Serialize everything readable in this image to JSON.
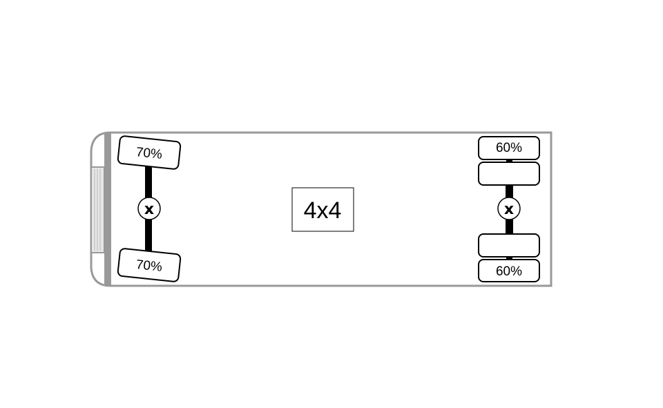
{
  "vehicle": {
    "drive_type": "4x4",
    "front_axle": {
      "differential_mark": "x",
      "tires": [
        {
          "position": "front-left",
          "tread": "70%"
        },
        {
          "position": "front-right",
          "tread": "70%"
        }
      ]
    },
    "rear_axle": {
      "differential_mark": "x",
      "tires": [
        {
          "position": "rear-left-outer",
          "tread": "60%"
        },
        {
          "position": "rear-left-inner",
          "tread": ""
        },
        {
          "position": "rear-right-inner",
          "tread": ""
        },
        {
          "position": "rear-right-outer",
          "tread": "60%"
        }
      ]
    }
  },
  "colors": {
    "body_outline": "#999999",
    "axle": "#000000",
    "tire_border": "#000000",
    "background": "#ffffff"
  }
}
